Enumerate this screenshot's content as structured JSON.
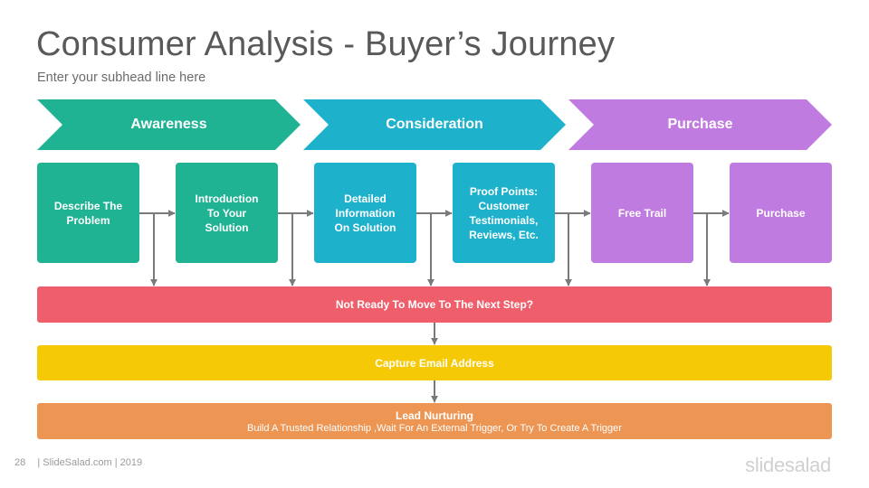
{
  "header": {
    "title": "Consumer Analysis - Buyer’s Journey",
    "subtitle": "Enter your subhead line here"
  },
  "stages": [
    {
      "label": "Awareness",
      "color": "#1fb393"
    },
    {
      "label": "Consideration",
      "color": "#1eb1cc"
    },
    {
      "label": "Purchase",
      "color": "#c07be0"
    }
  ],
  "steps": [
    {
      "label": "Describe The\nProblem",
      "color": "#1fb393"
    },
    {
      "label": "Introduction\nTo Your\nSolution",
      "color": "#1fb393"
    },
    {
      "label": "Detailed\nInformation\nOn Solution",
      "color": "#1eb1cc"
    },
    {
      "label": "Proof Points:\nCustomer\nTestimonials,\nReviews, Etc.",
      "color": "#1eb1cc"
    },
    {
      "label": "Free Trail",
      "color": "#c07be0"
    },
    {
      "label": "Purchase",
      "color": "#c07be0"
    }
  ],
  "bars": {
    "not_ready": {
      "label": "Not Ready To Move To The Next Step?",
      "color": "#ef5f6b"
    },
    "capture": {
      "label": "Capture Email Address",
      "color": "#f5c905"
    },
    "nurturing": {
      "label": "Lead Nurturing",
      "sublabel": "Build A Trusted Relationship ,Wait For An External Trigger, Or Try To Create A Trigger",
      "color": "#ed9553"
    }
  },
  "connector_color": "#7a7a7a",
  "footer": {
    "page_number": "28",
    "credit": "| SlideSalad.com | 2019",
    "brand": "slidesalad"
  }
}
